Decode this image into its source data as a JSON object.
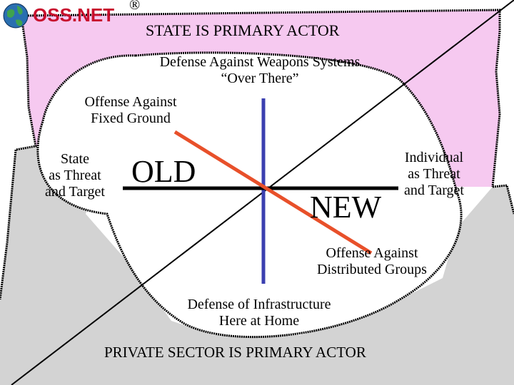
{
  "logo": {
    "text": "OSS.NET",
    "registered_mark": "®"
  },
  "colors": {
    "top_region": "#f6c9f0",
    "bottom_region": "#d3d3d3",
    "horizontal_axis": "#000000",
    "vertical_axis": "#3a3fb0",
    "diagonal_line": "#e8502a",
    "outline": "#000000"
  },
  "labels": {
    "top_actor": "STATE IS PRIMARY ACTOR",
    "bottom_actor": "PRIVATE SECTOR IS PRIMARY ACTOR",
    "weapons_line1": "Defense Against Weapons Systems",
    "weapons_line2": "“Over There”",
    "fixed_line1": "Offense Against",
    "fixed_line2": "Fixed Ground",
    "state_line1": "State",
    "state_line2": "as Threat",
    "state_line3": "and Target",
    "old": "OLD",
    "new": "NEW",
    "individual_line1": "Individual",
    "individual_line2": "as Threat",
    "individual_line3": "and Target",
    "distributed_line1": "Offense Against",
    "distributed_line2": "Distributed Groups",
    "infrastructure_line1": "Defense of Infrastructure",
    "infrastructure_line2": "Here at Home"
  }
}
